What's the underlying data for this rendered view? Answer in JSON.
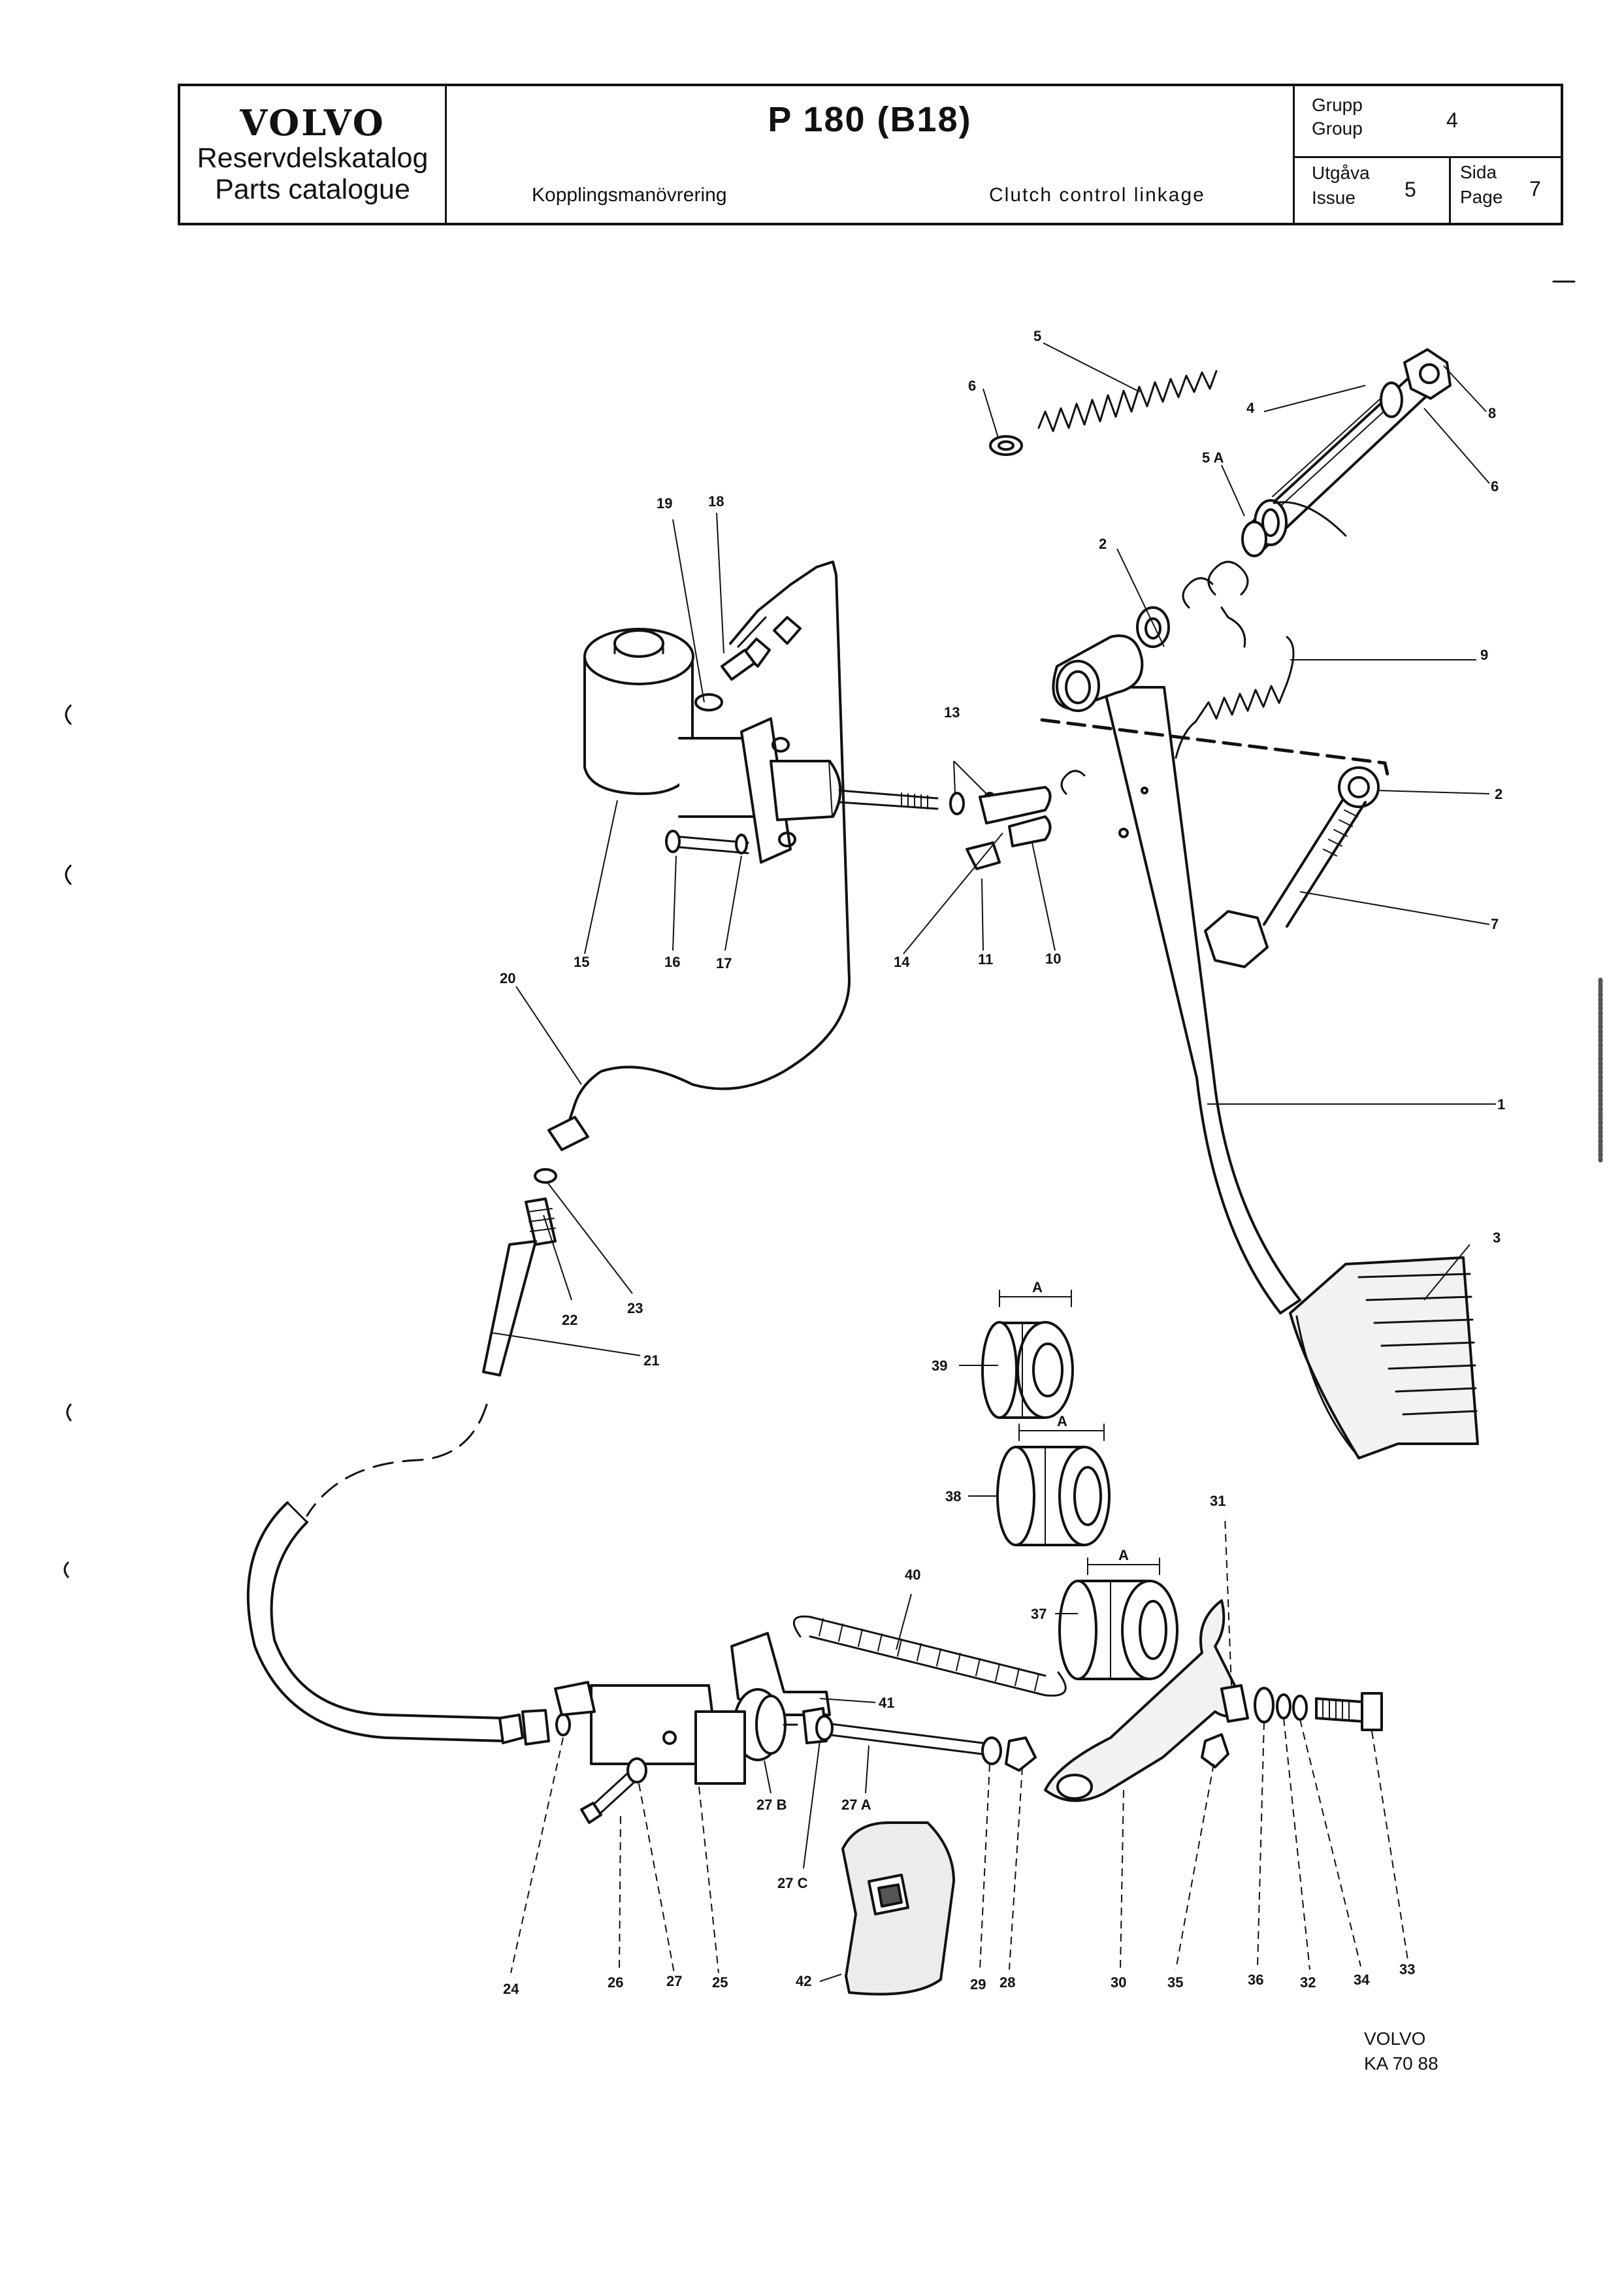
{
  "header": {
    "brand": "VOLVO",
    "catalog_sv": "Reservdelskatalog",
    "catalog_en": "Parts catalogue",
    "model": "P 180 (B18)",
    "title_sv": "Kopplingsmanövrering",
    "title_en": "Clutch control linkage",
    "group_label_sv": "Grupp",
    "group_label_en": "Group",
    "group_value": "4",
    "issue_label_sv": "Utgåva",
    "issue_label_en": "Issue",
    "issue_value": "5",
    "page_label_sv": "Sida",
    "page_label_en": "Page",
    "page_value": "7"
  },
  "callouts": {
    "c1": "1",
    "c2a": "2",
    "c2b": "2",
    "c3": "3",
    "c4": "4",
    "c5": "5",
    "c5a": "5 A",
    "c6a": "6",
    "c6b": "6",
    "c7": "7",
    "c8": "8",
    "c9": "9",
    "c10": "10",
    "c11": "11",
    "c13": "13",
    "c14": "14",
    "c15": "15",
    "c16": "16",
    "c17": "17",
    "c18": "18",
    "c19": "19",
    "c20": "20",
    "c21": "21",
    "c22": "22",
    "c23": "23",
    "c24": "24",
    "c25": "25",
    "c26": "26",
    "c27": "27",
    "c27a": "27 A",
    "c27b": "27 B",
    "c27c": "27 C",
    "c28": "28",
    "c29": "29",
    "c30": "30",
    "c31": "31",
    "c32": "32",
    "c33": "33",
    "c34": "34",
    "c35": "35",
    "c36": "36",
    "c37": "37",
    "c38": "38",
    "c39": "39",
    "c40": "40",
    "c41": "41",
    "c42": "42",
    "dimA1": "A",
    "dimA2": "A",
    "dimA3": "A"
  },
  "footer": {
    "brand": "VOLVO",
    "code": "KA 70 88"
  }
}
